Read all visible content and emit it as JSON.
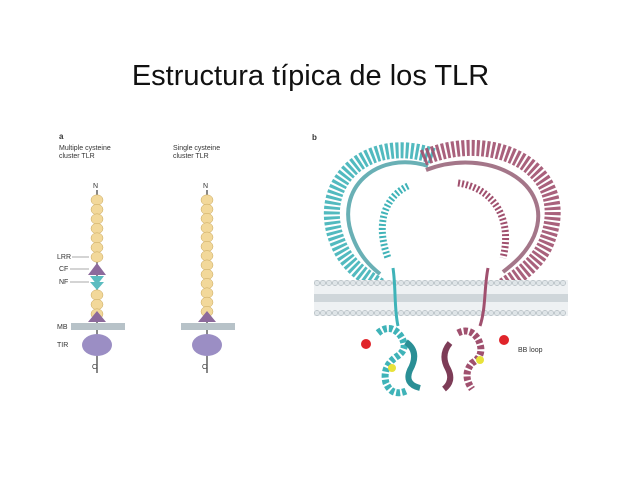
{
  "slide": {
    "title": "Estructura típica de los TLR"
  },
  "panel_a": {
    "letter": "a",
    "left_title_line1": "Multiple cysteine",
    "left_title_line2": "cluster TLR",
    "right_title_line1": "Single cysteine",
    "right_title_line2": "cluster TLR",
    "n_terminus": "N",
    "c_terminus": "C",
    "labels": {
      "lrr": "LRR",
      "cf": "CF",
      "nf": "NF",
      "mb": "MB",
      "tir": "TIR"
    },
    "colors": {
      "lrr": "#f2d89a",
      "cysteine_cluster": "#8c6a9c",
      "cf_nf": "#5bbcc0",
      "membrane": "#b7c2c8",
      "tir": "#9b8ec4"
    }
  },
  "panel_b": {
    "letter": "b",
    "annotation": "BB loop",
    "colors": {
      "chain_1": "#3fb3b8",
      "chain_2": "#a0506e",
      "bb_loop": "#e0242a",
      "ligand": "#e8e23a",
      "membrane": "#cfd6da"
    }
  }
}
